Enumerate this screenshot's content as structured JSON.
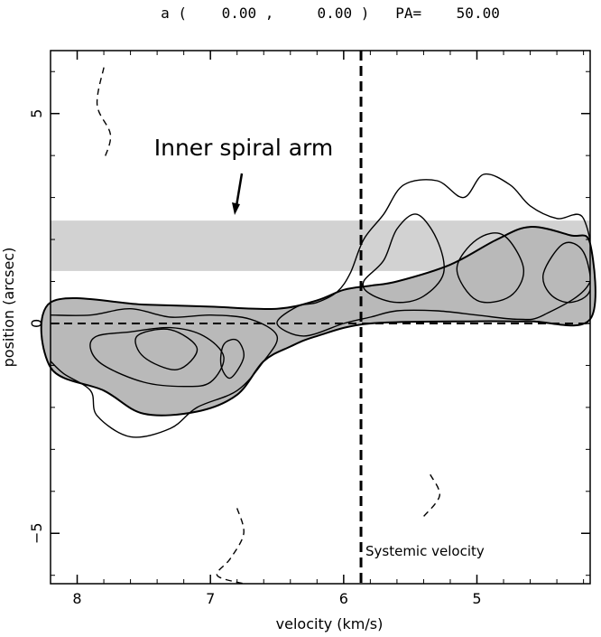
{
  "chart_data": {
    "type": "contour",
    "title": "a (    0.00 ,     0.00 )   PA=    50.00",
    "xlabel": "velocity (km/s)",
    "ylabel": "position (arcsec)",
    "xlim": [
      8.2,
      4.15
    ],
    "ylim": [
      -6.2,
      6.5
    ],
    "x_ticks": [
      8,
      7,
      6,
      5
    ],
    "x_tick_labels": [
      "8",
      "7",
      "6",
      "5"
    ],
    "y_ticks": [
      5,
      0,
      -5
    ],
    "y_tick_labels": [
      "5",
      "0",
      "−5"
    ],
    "grid": false,
    "systemic_velocity": 5.87,
    "systemic_velocity_label": "Systemic velocity",
    "zero_position_line": 0.0,
    "inner_spiral_arm_band": [
      1.25,
      2.45
    ],
    "annotation": "Inner spiral arm",
    "annotation_target": {
      "x": 6.77,
      "y": 2.6
    },
    "model_region": {
      "upper": [
        [
          8.2,
          0.5
        ],
        [
          7.5,
          0.45
        ],
        [
          7.0,
          0.4
        ],
        [
          6.5,
          0.35
        ],
        [
          6.2,
          0.55
        ],
        [
          6.0,
          0.8
        ],
        [
          5.8,
          0.9
        ],
        [
          5.6,
          1.0
        ],
        [
          5.2,
          1.4
        ],
        [
          4.85,
          2.0
        ],
        [
          4.6,
          2.3
        ],
        [
          4.3,
          2.1
        ],
        [
          4.15,
          1.9
        ]
      ],
      "lower": [
        [
          4.15,
          0.1
        ],
        [
          4.6,
          0.05
        ],
        [
          5.0,
          0.05
        ],
        [
          5.8,
          0.0
        ],
        [
          6.2,
          -0.3
        ],
        [
          6.4,
          -0.55
        ],
        [
          6.6,
          -0.9
        ],
        [
          6.8,
          -1.7
        ],
        [
          7.1,
          -2.1
        ],
        [
          7.5,
          -2.15
        ],
        [
          7.8,
          -1.6
        ],
        [
          8.2,
          -1.05
        ]
      ]
    },
    "contours_solid": [
      [
        [
          8.2,
          0.2
        ],
        [
          7.9,
          0.2
        ],
        [
          7.6,
          0.35
        ],
        [
          7.3,
          0.15
        ],
        [
          7.0,
          0.2
        ],
        [
          6.7,
          0.1
        ],
        [
          6.5,
          -0.3
        ],
        [
          6.6,
          -0.9
        ],
        [
          6.8,
          -1.6
        ],
        [
          7.1,
          -2.0
        ],
        [
          7.3,
          -2.5
        ],
        [
          7.6,
          -2.7
        ],
        [
          7.85,
          -2.2
        ],
        [
          7.9,
          -1.6
        ],
        [
          8.1,
          -1.2
        ],
        [
          8.2,
          -0.9
        ]
      ],
      [
        [
          7.85,
          -0.3
        ],
        [
          7.6,
          -0.2
        ],
        [
          7.3,
          -0.1
        ],
        [
          7.05,
          -0.3
        ],
        [
          6.9,
          -0.8
        ],
        [
          7.0,
          -1.4
        ],
        [
          7.2,
          -1.5
        ],
        [
          7.5,
          -1.4
        ],
        [
          7.8,
          -1.0
        ],
        [
          7.9,
          -0.6
        ],
        [
          7.85,
          -0.3
        ]
      ],
      [
        [
          7.55,
          -0.3
        ],
        [
          7.3,
          -0.15
        ],
        [
          7.1,
          -0.6
        ],
        [
          7.25,
          -1.1
        ],
        [
          7.5,
          -0.8
        ],
        [
          7.55,
          -0.3
        ]
      ],
      [
        [
          6.9,
          -0.5
        ],
        [
          6.8,
          -0.4
        ],
        [
          6.75,
          -0.8
        ],
        [
          6.85,
          -1.3
        ],
        [
          6.92,
          -1.0
        ],
        [
          6.9,
          -0.5
        ]
      ],
      [
        [
          6.05,
          0.75
        ],
        [
          5.95,
          1.2
        ],
        [
          5.85,
          2.0
        ],
        [
          5.7,
          2.6
        ],
        [
          5.55,
          3.3
        ],
        [
          5.3,
          3.4
        ],
        [
          5.1,
          3.0
        ],
        [
          4.95,
          3.55
        ],
        [
          4.75,
          3.3
        ],
        [
          4.6,
          2.8
        ],
        [
          4.4,
          2.5
        ],
        [
          4.2,
          2.5
        ],
        [
          4.15,
          1.0
        ],
        [
          4.5,
          0.2
        ],
        [
          4.7,
          0.1
        ],
        [
          5.0,
          0.2
        ],
        [
          5.3,
          0.3
        ],
        [
          5.6,
          0.3
        ],
        [
          5.8,
          0.15
        ],
        [
          6.0,
          0.0
        ],
        [
          6.3,
          -0.3
        ],
        [
          6.5,
          0.0
        ],
        [
          6.35,
          0.4
        ],
        [
          6.2,
          0.5
        ],
        [
          6.05,
          0.75
        ]
      ],
      [
        [
          5.85,
          1.0
        ],
        [
          5.7,
          1.5
        ],
        [
          5.6,
          2.25
        ],
        [
          5.45,
          2.6
        ],
        [
          5.3,
          2.0
        ],
        [
          5.25,
          1.2
        ],
        [
          5.4,
          0.65
        ],
        [
          5.6,
          0.5
        ],
        [
          5.8,
          0.7
        ],
        [
          5.85,
          1.0
        ]
      ],
      [
        [
          5.15,
          1.3
        ],
        [
          5.0,
          2.0
        ],
        [
          4.8,
          2.1
        ],
        [
          4.65,
          1.3
        ],
        [
          4.75,
          0.65
        ],
        [
          5.0,
          0.55
        ],
        [
          5.15,
          1.3
        ]
      ],
      [
        [
          4.5,
          1.2
        ],
        [
          4.35,
          1.9
        ],
        [
          4.2,
          1.7
        ],
        [
          4.15,
          0.8
        ],
        [
          4.3,
          0.5
        ],
        [
          4.45,
          0.7
        ],
        [
          4.5,
          1.2
        ]
      ]
    ],
    "contours_dashed": [
      [
        [
          7.8,
          6.1
        ],
        [
          7.85,
          5.2
        ],
        [
          7.75,
          4.5
        ],
        [
          7.8,
          3.9
        ]
      ],
      [
        [
          6.8,
          -4.4
        ],
        [
          6.75,
          -5.0
        ],
        [
          6.85,
          -5.6
        ],
        [
          6.95,
          -6.0
        ],
        [
          6.75,
          -6.2
        ]
      ],
      [
        [
          5.35,
          -3.6
        ],
        [
          5.28,
          -4.1
        ],
        [
          5.4,
          -4.6
        ]
      ]
    ]
  }
}
